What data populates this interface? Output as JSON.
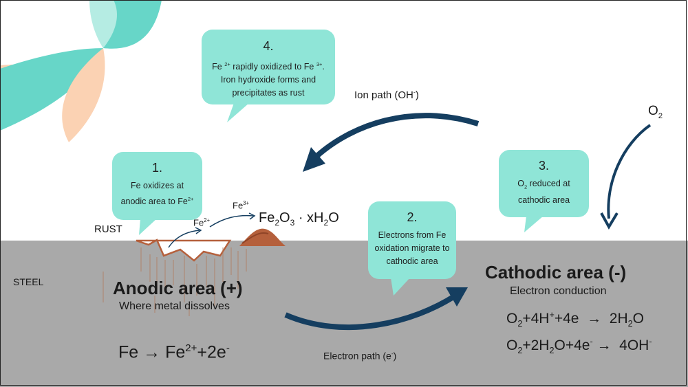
{
  "labels": {
    "rust": "RUST",
    "steel": "STEEL",
    "anodic_title": "Anodic area (+)",
    "anodic_sub": "Where metal dissolves",
    "cathodic_title": "Cathodic area (-)",
    "cathodic_sub": "Electron conduction",
    "fe2": "Fe",
    "fe2_sup": "2+",
    "fe3": "Fe",
    "fe3_sup": "3+",
    "rust_formula_a": "Fe",
    "rust_formula_b": "2",
    "rust_formula_c": "O",
    "rust_formula_d": "3",
    "rust_formula_e": " · xH",
    "rust_formula_f": "2",
    "rust_formula_g": "O",
    "ion_path": "Ion path (OH",
    "ion_path_sup": "-",
    "ion_path_end": ")",
    "electron_path": "Electron path (e",
    "electron_path_sup": "-",
    "electron_path_end": ")",
    "o2": "O",
    "o2_sub": "2"
  },
  "bubbles": {
    "b1": {
      "num": "1.",
      "line1": "Fe oxidizes at",
      "line2": "anodic area to Fe",
      "line2_sup": "2+"
    },
    "b2": {
      "num": "2.",
      "line1": "Electrons from Fe",
      "line2": "oxidation migrate to",
      "line3": "cathodic area"
    },
    "b3": {
      "num": "3.",
      "line1_a": "O",
      "line1_sub": "2",
      "line1_b": " reduced at",
      "line2": "cathodic area"
    },
    "b4": {
      "num": "4.",
      "line1_a": "Fe ",
      "line1_sup": "2+",
      "line1_b": " rapidly oxidized to Fe ",
      "line1_sup2": "3+",
      "line1_c": ".",
      "line2": "Iron hydroxide forms and",
      "line3": "precipitates as rust"
    }
  },
  "equations": {
    "anodic": {
      "a": "Fe",
      "arrow": " → ",
      "b": "Fe",
      "b_sup": "2+",
      "c": "+2e",
      "c_sup": "-"
    },
    "cathodic1": {
      "a": "O",
      "a_sub": "2",
      "b": "+4H",
      "b_sup": "+",
      "c": "+4e",
      "arrow": "  →  ",
      "d": "2H",
      "d_sub": "2",
      "e": "O"
    },
    "cathodic2": {
      "a": "O",
      "a_sub": "2",
      "b": "+2H",
      "b_sub": "2",
      "c": "O+4e",
      "c_sup": "-",
      "arrow": " →  ",
      "d": "4OH",
      "d_sup": "-"
    }
  },
  "colors": {
    "steel": "#a9a9a9",
    "bubble": "#8fe5d7",
    "arrow": "#153e60",
    "rust": "#b5603c",
    "leaf_teal": "#67d6c8",
    "leaf_peach": "#fbd2b3"
  }
}
